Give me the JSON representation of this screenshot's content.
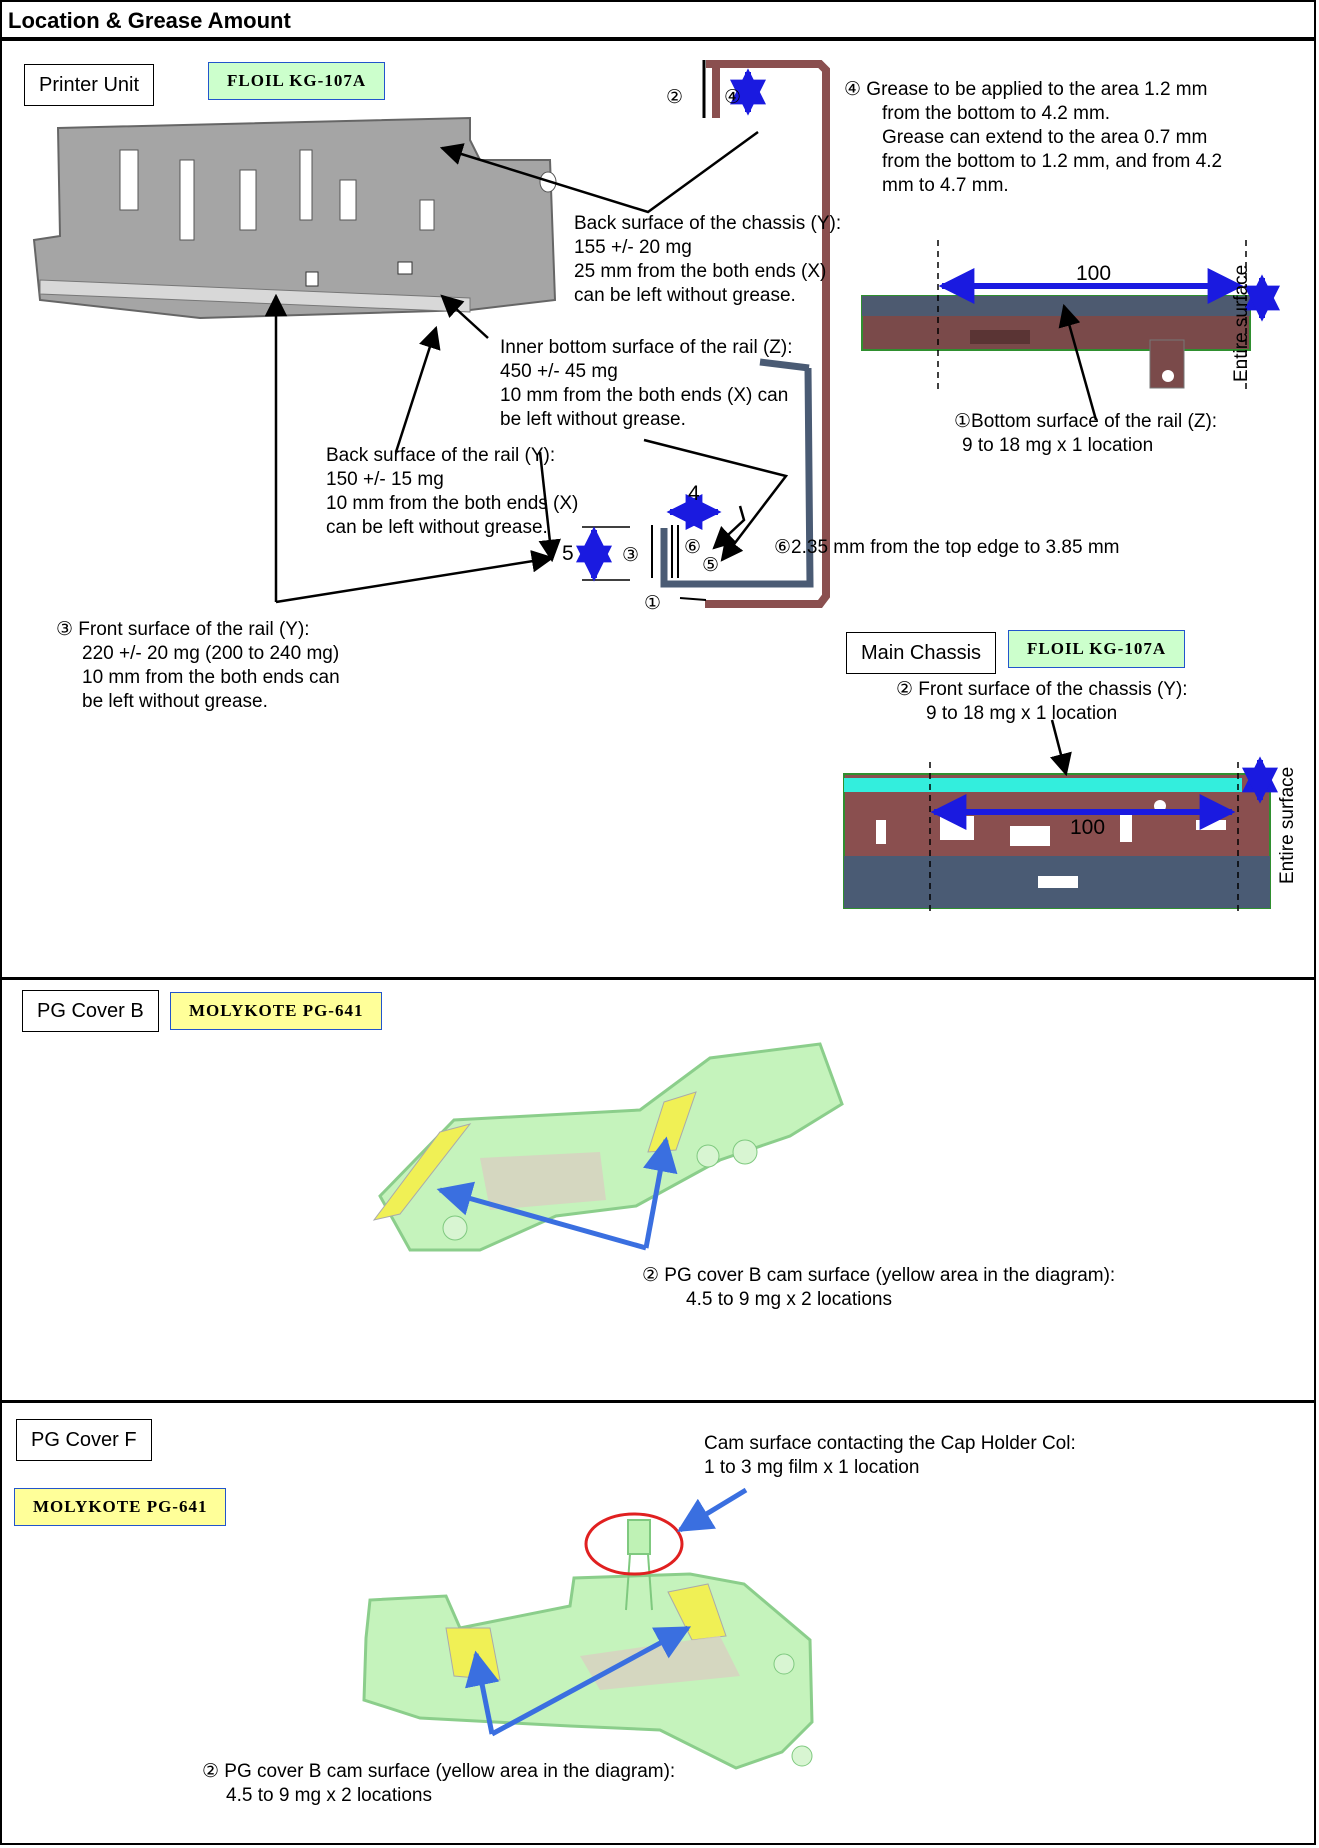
{
  "header": {
    "title": "Location & Grease Amount"
  },
  "printer_unit": {
    "label": "Printer Unit",
    "grease": "FLOIL KG-107A",
    "note4": [
      "④ Grease to be applied to the area 1.2 mm",
      "from the bottom to 4.2 mm.",
      "Grease can extend to the area 0.7 mm",
      "from the bottom to 1.2 mm, and from 4.2",
      "mm to 4.7 mm."
    ],
    "back_chassis": [
      "Back surface of the chassis (Y):",
      "155 +/- 20 mg",
      "25 mm from the both ends (X)",
      "can be left without grease."
    ],
    "inner_rail": [
      "Inner bottom surface of the rail (Z):",
      "450 +/- 45 mg",
      "10 mm from the both ends (X) can",
      "be left without grease."
    ],
    "back_rail": [
      "Back surface of the rail (Y):",
      "150 +/- 15 mg",
      "10 mm from the both ends (X)",
      "can be left without grease."
    ],
    "front_rail": [
      "③ Front surface of the rail (Y):",
      "220 +/- 20 mg (200 to 240 mg)",
      "10 mm from the both ends can",
      "be left without grease."
    ],
    "bottom_rail": [
      "①Bottom surface of the rail (Z):",
      "9 to 18 mg x 1 location"
    ],
    "note6": "⑥2.35 mm from the top edge to 3.85 mm",
    "dim_100": "100",
    "dim_4": "4",
    "dim_5": "5",
    "entire_surface": "Entire surface",
    "marks": {
      "m1": "①",
      "m2": "②",
      "m3": "③",
      "m4": "④",
      "m5": "⑤",
      "m6": "⑥"
    }
  },
  "main_chassis": {
    "label": "Main Chassis",
    "grease": "FLOIL KG-107A",
    "front_chassis": [
      "② Front surface of the chassis (Y):",
      "9 to 18 mg x 1 location"
    ],
    "dim_100": "100",
    "entire_surface": "Entire surface"
  },
  "pg_cover_b": {
    "label": "PG Cover B",
    "grease": "MOLYKOTE PG-641",
    "note": [
      "② PG cover B cam surface (yellow area in the diagram):",
      "4.5 to 9 mg x 2 locations"
    ]
  },
  "pg_cover_f": {
    "label": "PG Cover F",
    "grease": "MOLYKOTE PG-641",
    "cam_note": [
      "Cam surface contacting the Cap Holder Col:",
      "1 to 3 mg film x 1 location"
    ],
    "note": [
      "② PG cover B cam surface (yellow area in the diagram):",
      "4.5 to 9 mg x 2 locations"
    ]
  },
  "colors": {
    "arrow_blue": "#1a1ae0",
    "rail_brown": "#8a4f4f",
    "cyan_strip": "#33eedd",
    "part_green": "#bff2b5",
    "cam_yellow": "#f0f055"
  }
}
